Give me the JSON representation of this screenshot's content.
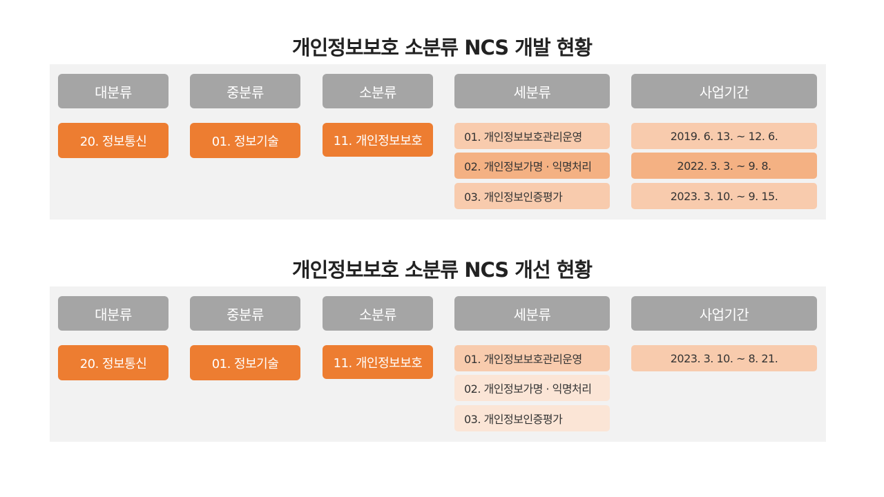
{
  "sections": [
    {
      "title": "개인정보보호 소분류 NCS 개발 현황",
      "headers": [
        "대분류",
        "중분류",
        "소분류",
        "세분류",
        "사업기간"
      ],
      "major": "20. 정보통신",
      "middle": "01. 정보기술",
      "minor": "11. 개인정보보호",
      "details": [
        {
          "label": "01. 개인정보보호관리운영",
          "color": "#f8cbad"
        },
        {
          "label": "02. 개인정보가명 · 익명처리",
          "color": "#f4b183"
        },
        {
          "label": "03. 개인정보인증평가",
          "color": "#f8cbad"
        }
      ],
      "periods": [
        {
          "label": "2019. 6. 13. ~ 12. 6.",
          "color": "#f8cbad"
        },
        {
          "label": "2022. 3. 3. ~ 9. 8.",
          "color": "#f4b183"
        },
        {
          "label": "2023. 3. 10. ~ 9. 15.",
          "color": "#f8cbad"
        }
      ]
    },
    {
      "title": "개인정보보호 소분류 NCS 개선 현황",
      "headers": [
        "대분류",
        "중분류",
        "소분류",
        "세분류",
        "사업기간"
      ],
      "major": "20. 정보통신",
      "middle": "01. 정보기술",
      "minor": "11. 개인정보보호",
      "details": [
        {
          "label": "01. 개인정보보호관리운영",
          "color": "#f8cbad"
        },
        {
          "label": "02. 개인정보가명 · 익명처리",
          "color": "#fbe5d6"
        },
        {
          "label": "03. 개인정보인증평가",
          "color": "#fbe5d6"
        }
      ],
      "periods": [
        {
          "label": "2023. 3. 10. ~ 8. 21.",
          "color": "#f8cbad"
        }
      ]
    }
  ]
}
